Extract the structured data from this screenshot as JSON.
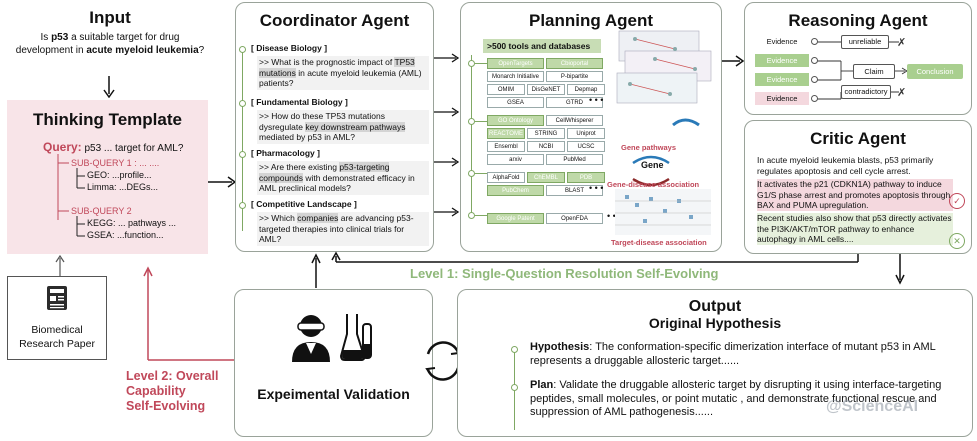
{
  "input": {
    "title": "Input",
    "q1": "Is ",
    "q_bold1": "p53",
    "q2": " a suitable target for drug development in ",
    "q_bold2": "acute myeloid leukemia",
    "q3": "?"
  },
  "thinking": {
    "title": "Thinking Template",
    "query_label": "Query:",
    "query_text": "p53 ... target for AML?",
    "sub1": "SUB-QUERY 1 : ... ....",
    "sub1_a": "GEO: ...profile...",
    "sub1_b": "Limma: ...DEGs...",
    "sub2": "SUB-QUERY 2",
    "sub2_a": "KEGG: ... pathways ...",
    "sub2_b": "GSEA: ...function..."
  },
  "paper": {
    "label1": "Biomedical",
    "label2": "Research Paper"
  },
  "level2": {
    "l1": "Level 2: Overall",
    "l2": "Capability",
    "l3": "Self-Evolving"
  },
  "coordinator": {
    "title": "Coordinator Agent",
    "sections": [
      {
        "head": "[ Disease Biology ]",
        "pre": ">> What is the  prognostic impact of ",
        "hl": "TP53 mutations",
        "post": " in acute myeloid leukemia (AML) patients?"
      },
      {
        "head": "[ Fundamental Biology ]",
        "pre": ">> How do these TP53 mutations dysregulate ",
        "hl": "key downstream pathways",
        "post": " mediated by p53 in AML?"
      },
      {
        "head": "[ Pharmacology ]",
        "pre": ">> Are there existing ",
        "hl": "p53-targeting compounds",
        "post": " with demonstrated efficacy in AML preclinical models?"
      },
      {
        "head": "[ Competitive Landscape ]",
        "pre": ">> Which ",
        "hl": "companies",
        "post": " are advancing p53-targeted  therapies into clinical trials for AML?"
      }
    ]
  },
  "planning": {
    "title": "Planning Agent",
    "tools_header": ">500 tools and databases",
    "tools": [
      [
        "OpenTargets",
        "Cbioportal"
      ],
      [
        "Monarch Initiative",
        "P-bipartite"
      ],
      [
        "OMIM",
        "DisGeNET",
        "Depmap"
      ],
      [
        "GSEA",
        "GTRD"
      ],
      [
        "GO Ontology",
        "CellWhisperer"
      ],
      [
        "REACTOME",
        "STRING",
        "Uniprot"
      ],
      [
        "Ensembl",
        "NCBI",
        "UCSC"
      ],
      [
        "arxiv",
        "PubMed"
      ],
      [
        "AlphaFold",
        "ChEMBL",
        "PDB"
      ],
      [
        "PubChem",
        "BLAST"
      ],
      [
        "Google Patent",
        "OpenFDA"
      ]
    ],
    "dots": "• • •",
    "gene_pathways": "Gene pathways",
    "gene": "Gene",
    "gene_disease": "Gene-disease association",
    "target_disease": "Target-disease association"
  },
  "reasoning": {
    "title": "Reasoning Agent",
    "evidence": "Evidence",
    "unreliable": "unreliable",
    "claim": "Claim",
    "conclusion": "Conclusion",
    "contradictory": "contradictory",
    "green": "#a9cf8f",
    "pink": "#f4d8de"
  },
  "critic": {
    "title": "Critic Agent",
    "p1": "In acute myeloid leukemia blasts, p53 primarily regulates apoptosis and cell cycle arrest.",
    "p2": "It activates the p21 (CDKN1A) pathway to induce G1/S phase arrest and promotes apoptosis through BAX and PUMA upregulation.",
    "p3": "Recent studies also show that p53 directly activates the PI3K/AKT/mTOR pathway to enhance autophagy in AML cells....",
    "check": "✓",
    "cross": "✕"
  },
  "level1": "Level 1: Single-Question Resolution Self-Evolving",
  "validation": {
    "label": "Expeimental Validation"
  },
  "output": {
    "title": "Output",
    "subtitle": "Original Hypothesis",
    "hyp_label": "Hypothesis",
    "hyp_text": ": The conformation-specific dimerization interface of mutant p53 in AML represents a druggable allosteric target......",
    "plan_label": "Plan",
    "plan_text": ": Validate the druggable allosteric target by disrupting it using interface-targeting peptides, small molecules, or point mutatic   , and demonstrate functional rescue and suppression of AML pathogenesis......",
    "watermark": "@ScienceAI"
  },
  "colors": {
    "accent_green": "#7fa863",
    "accent_red": "#c0485a",
    "pink_bg": "#f8e4e8",
    "level_green": "#8fb87a"
  }
}
